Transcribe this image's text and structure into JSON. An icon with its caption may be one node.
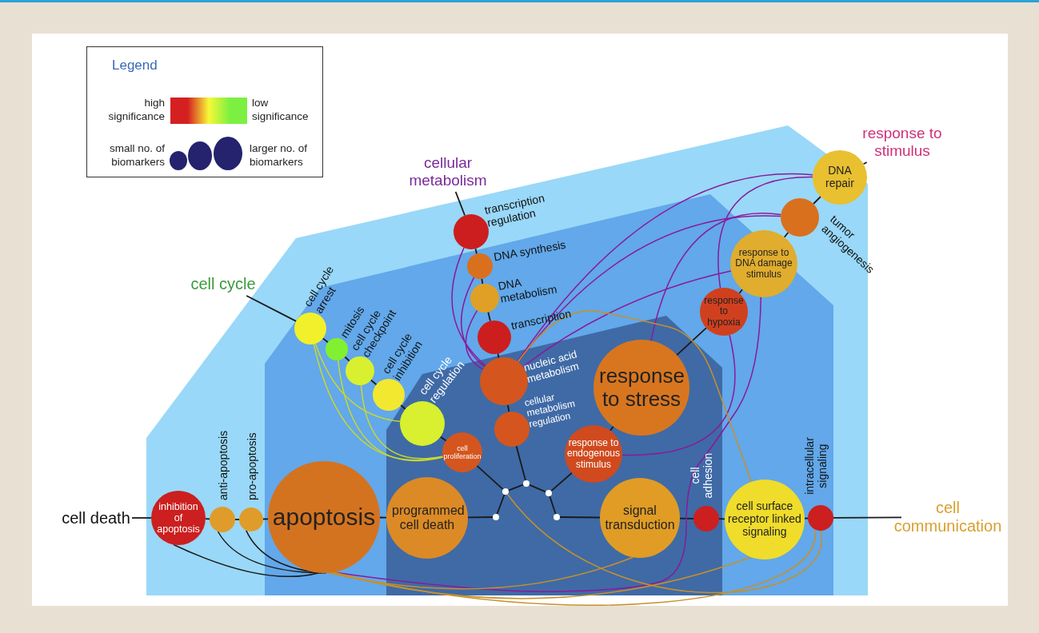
{
  "diagram": {
    "nodes": [
      {
        "text": [
          "cell death"
        ]
      },
      {
        "text": [
          "inhibition of apoptosis"
        ]
      },
      {
        "text": [
          "anti-apoptosis"
        ]
      },
      {
        "text": [
          "pro-apoptosis"
        ]
      },
      {
        "text": [
          "apoptosis"
        ]
      },
      {
        "text": [
          "programmed cell death"
        ]
      },
      {
        "text": [],
        "shape": "circle"
      },
      {
        "text": [],
        "shape": "circle"
      },
      {
        "text": [],
        "shape": "circle"
      },
      {
        "text": [],
        "shape": "circle"
      },
      {
        "text": [],
        "shape": "circle"
      },
      {
        "text": [
          "signal transduction"
        ]
      },
      {
        "text": [
          "cell adhesion"
        ]
      },
      {
        "text": [
          "cell surface receptor linked signaling"
        ]
      },
      {
        "text": [
          "intracellular signaling"
        ]
      },
      {
        "text": [
          "cell communication"
        ]
      },
      {
        "text": [
          "cell cycle"
        ]
      },
      {
        "text": [
          "cell cycle arrest"
        ]
      },
      {
        "text": [
          "mitosis"
        ]
      },
      {
        "text": [
          "cell cycle checkpoint"
        ]
      },
      {
        "text": [
          "cell cycle inhibition"
        ]
      },
      {
        "text": [
          "cell cycle regulation"
        ]
      },
      {
        "text": [
          "cell proliferation"
        ]
      },
      {
        "text": [
          "cellular metabolism"
        ]
      },
      {
        "text": [
          "transcription regulation"
        ]
      },
      {
        "text": [
          "DNA synthesis"
        ]
      },
      {
        "text": [
          "DNA metabolism"
        ]
      },
      {
        "text": [
          "transcription"
        ]
      },
      {
        "text": [
          "nucleic acid metabolism"
        ]
      },
      {
        "text": [
          "cellular metabolism regulation"
        ]
      },
      {
        "text": [
          "response to stimulus"
        ]
      },
      {
        "text": [
          "DNA repair"
        ]
      },
      {
        "text": [
          "tumor angiogenesis"
        ]
      },
      {
        "text": [
          "response to DNA damage stimulus"
        ]
      },
      {
        "text": [
          "response to hypoxia"
        ]
      },
      {
        "text": [
          "response to stress"
        ]
      },
      {
        "text": [
          "response to endogenous stimulus"
        ]
      }
    ],
    "edges": [
      {
        "from": 0,
        "to": 1,
        "arrow": "none"
      },
      {
        "from": 1,
        "to": 2,
        "arrow": "none"
      },
      {
        "from": 2,
        "to": 3,
        "arrow": "none"
      },
      {
        "from": 3,
        "to": 4,
        "arrow": "none"
      },
      {
        "from": 4,
        "to": 5,
        "arrow": "none"
      },
      {
        "from": 5,
        "to": 6,
        "arrow": "none"
      },
      {
        "from": 6,
        "to": 7,
        "arrow": "none"
      },
      {
        "from": 7,
        "to": 8,
        "arrow": "none"
      },
      {
        "from": 8,
        "to": 9,
        "arrow": "none"
      },
      {
        "from": 9,
        "to": 10,
        "arrow": "none"
      },
      {
        "from": 10,
        "to": 11,
        "arrow": "none"
      },
      {
        "from": 11,
        "to": 12,
        "arrow": "none"
      },
      {
        "from": 12,
        "to": 13,
        "arrow": "none"
      },
      {
        "from": 13,
        "to": 14,
        "arrow": "none"
      },
      {
        "from": 14,
        "to": 15,
        "arrow": "none"
      },
      {
        "from": 7,
        "to": 22,
        "arrow": "none"
      },
      {
        "from": 8,
        "to": 29,
        "arrow": "none"
      },
      {
        "from": 9,
        "to": 36,
        "arrow": "none"
      },
      {
        "from": 16,
        "to": 17,
        "arrow": "none"
      },
      {
        "from": 17,
        "to": 18,
        "arrow": "none"
      },
      {
        "from": 18,
        "to": 19,
        "arrow": "none"
      },
      {
        "from": 19,
        "to": 20,
        "arrow": "none"
      },
      {
        "from": 20,
        "to": 21,
        "arrow": "none"
      },
      {
        "from": 21,
        "to": 22,
        "arrow": "none"
      },
      {
        "from": 23,
        "to": 24,
        "arrow": "none"
      },
      {
        "from": 24,
        "to": 25,
        "arrow": "none"
      },
      {
        "from": 25,
        "to": 26,
        "arrow": "none"
      },
      {
        "from": 26,
        "to": 27,
        "arrow": "none"
      },
      {
        "from": 27,
        "to": 28,
        "arrow": "none"
      },
      {
        "from": 28,
        "to": 29,
        "arrow": "none"
      },
      {
        "from": 30,
        "to": 31,
        "arrow": "none"
      },
      {
        "from": 31,
        "to": 32,
        "arrow": "none"
      },
      {
        "from": 32,
        "to": 33,
        "arrow": "none"
      },
      {
        "from": 33,
        "to": 34,
        "arrow": "none"
      },
      {
        "from": 34,
        "to": 35,
        "arrow": "none"
      },
      {
        "from": 35,
        "to": 36,
        "arrow": "none"
      },
      {
        "from": 1,
        "to": 4,
        "arrow": "none"
      },
      {
        "from": 2,
        "to": 4,
        "arrow": "none"
      },
      {
        "from": 3,
        "to": 4,
        "arrow": "none"
      },
      {
        "from": 17,
        "to": 21,
        "arrow": "none",
        "color": "#c8d82e"
      },
      {
        "from": 17,
        "to": 22,
        "arrow": "none",
        "color": "#c8d82e"
      },
      {
        "from": 18,
        "to": 22,
        "arrow": "none",
        "color": "#c8d82e"
      },
      {
        "from": 19,
        "to": 22,
        "arrow": "none",
        "color": "#c8d82e"
      },
      {
        "from": 24,
        "to": 28,
        "arrow": "none",
        "color": "#8a1a9a"
      },
      {
        "from": 25,
        "to": 28,
        "arrow": "none",
        "color": "#8a1a9a"
      },
      {
        "from": 26,
        "to": 28,
        "arrow": "none",
        "color": "#8a1a9a"
      },
      {
        "from": 28,
        "to": 31,
        "arrow": "none",
        "color": "#8a1a9a"
      },
      {
        "from": 28,
        "to": 32,
        "arrow": "none",
        "color": "#8a1a9a"
      },
      {
        "from": 28,
        "to": 33,
        "arrow": "none",
        "color": "#8a1a9a"
      },
      {
        "from": 4,
        "to": 33,
        "arrow": "none",
        "color": "#8a1a9a"
      },
      {
        "from": 34,
        "to": 31,
        "arrow": "none",
        "color": "#8a1a9a"
      },
      {
        "from": 35,
        "to": 32,
        "arrow": "none",
        "color": "#8a1a9a"
      },
      {
        "from": 36,
        "to": 34,
        "arrow": "none",
        "color": "#8a1a9a"
      },
      {
        "from": 11,
        "to": 4,
        "arrow": "none",
        "color": "#c8902a"
      },
      {
        "from": 13,
        "to": 4,
        "arrow": "none",
        "color": "#c8902a"
      },
      {
        "from": 14,
        "to": 4,
        "arrow": "none",
        "color": "#c8902a"
      },
      {
        "from": 28,
        "to": 13,
        "arrow": "none",
        "color": "#c8902a"
      },
      {
        "from": 7,
        "to": 14,
        "arrow": "none",
        "color": "#c8902a"
      }
    ],
    "labels": [
      "Legend"
    ],
    "legend": [
      {
        "text": "high significance",
        "color": "#d42020"
      },
      {
        "text": "low significance",
        "color": "#7cf040"
      },
      {
        "text": "small no. of biomarkers"
      },
      {
        "text": "larger no. of biomarkers"
      }
    ]
  }
}
